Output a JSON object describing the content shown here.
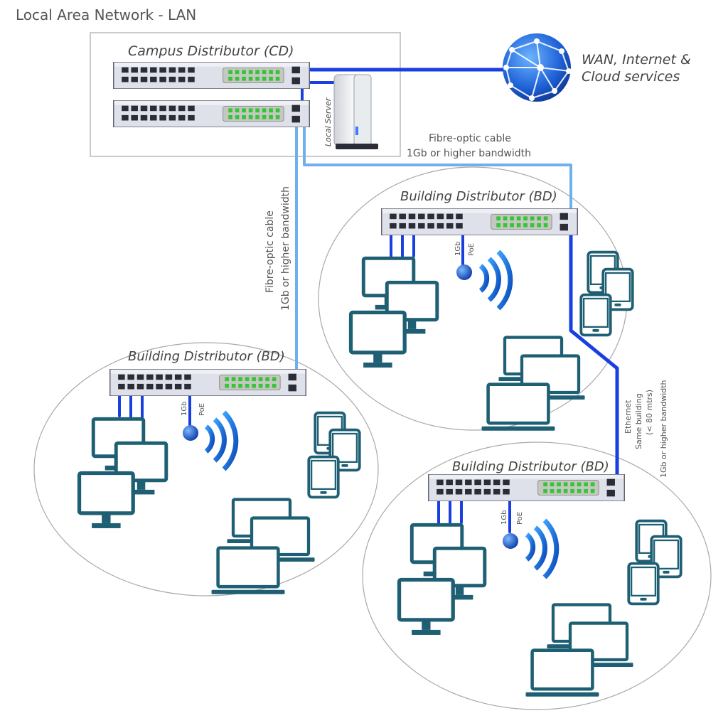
{
  "title": "Local Area Network - LAN",
  "campus": {
    "label": "Campus Distributor (CD)",
    "server_label": "Local Server"
  },
  "wan": {
    "line1": "WAN, Internet &",
    "line2": "Cloud services"
  },
  "links": {
    "fibre_horizontal": {
      "line1": "Fibre-optic cable",
      "line2": "1Gb or higher bandwidth"
    },
    "fibre_vertical": {
      "line1": "Fibre-optic cable",
      "line2": "1Gb or higher bandwidth"
    },
    "ethernet": {
      "line1": "Ethernet",
      "line2": "Same building",
      "line3": "(< 80 mtrs)",
      "line4": "1Gb or higher bandwidth"
    }
  },
  "buildings": [
    {
      "label": "Building Distributor (BD)",
      "gb": "1Gb",
      "poe": "PoE"
    },
    {
      "label": "Building Distributor (BD)",
      "gb": "1Gb",
      "poe": "PoE"
    },
    {
      "label": "Building Distributor (BD)",
      "gb": "1Gb",
      "poe": "PoE"
    }
  ],
  "colors": {
    "dark_blue": "#1a3fe0",
    "light_blue": "#6fb0ec",
    "device_teal": "#1f5f73",
    "switch_body": "#dcdfe8"
  }
}
